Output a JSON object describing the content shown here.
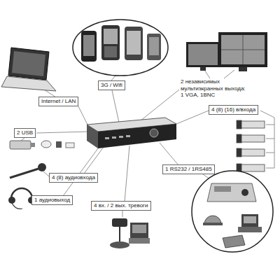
{
  "diagram": {
    "nodes": [
      {
        "text": [
          "3G / Wifi"
        ]
      },
      {
        "text": [
          "Internet / LAN"
        ]
      },
      {
        "text": [
          "4 (8) (16) в/входа"
        ]
      },
      {
        "text": [
          "2 USB"
        ]
      },
      {
        "text": [
          "1 RS232 / 1RS485"
        ]
      },
      {
        "text": [
          "4 (8) аудиовхода"
        ]
      },
      {
        "text": [
          "1 аудиовыход"
        ]
      },
      {
        "text": [
          "4 вх. / 2 вых. тревоги"
        ]
      }
    ],
    "labels": [
      "2 независимых мультиэкранных выхода: 1 VGA, 1BNC"
    ]
  }
}
